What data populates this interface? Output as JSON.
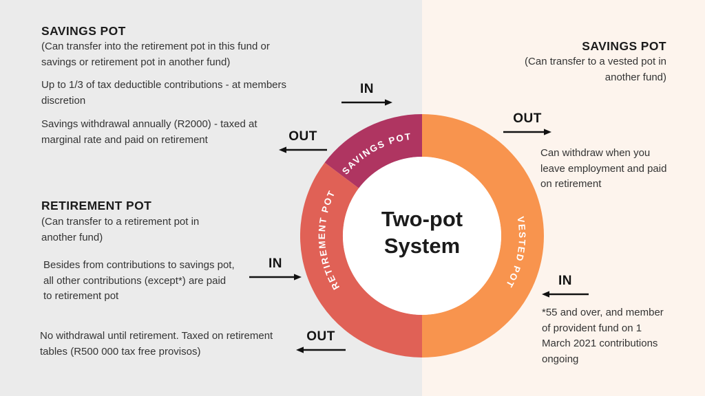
{
  "palette": {
    "bg_left": "#EBEBEB",
    "bg_right": "#FDF4ED",
    "donut_hole": "#FFFFFF",
    "heading_text": "#1C1C1C",
    "body_text": "#333333",
    "arrow_black": "#111111"
  },
  "flows": {
    "in": "IN",
    "out": "OUT"
  },
  "left": {
    "savings": {
      "heading": "SAVINGS POT",
      "para1": "(Can transfer into the retirement pot in this fund or savings or retirement pot in another fund)",
      "para2": "Up to 1/3 of tax deductible contributions - at members discretion",
      "para3": "Savings withdrawal annually (R2000) - taxed at marginal rate and paid on retirement"
    },
    "retirement": {
      "heading": "RETIREMENT POT",
      "para1": "(Can transfer to a retirement pot in another fund)",
      "para2": "Besides from contributions to savings pot, all other contributions (except*) are paid to retirement pot",
      "para3": "No withdrawal until retirement. Taxed on retirement tables (R500 000 tax free provisos)"
    }
  },
  "right": {
    "savings": {
      "heading": "SAVINGS POT",
      "para1": "(Can transfer to a vested pot in another fund)",
      "para2": "Can withdraw when you leave employment and paid on retirement",
      "para3": "*55 and over, and member of provident fund on 1 March 2021 contributions ongoing"
    }
  },
  "chart_data": {
    "type": "pie",
    "donut": true,
    "title": "Two-pot System",
    "center_label_lines": [
      "Two-pot",
      "System"
    ],
    "inner_radius_ratio": 0.65,
    "angle_convention": "degrees clockwise from 12 o'clock",
    "segments": [
      {
        "label": "SAVINGS POT",
        "start_deg": 307,
        "end_deg": 360,
        "sweep_deg": 53,
        "color": "#AF3561"
      },
      {
        "label": "RETIREMENT POT",
        "start_deg": 180,
        "end_deg": 307,
        "sweep_deg": 127,
        "color": "#E06156"
      },
      {
        "label": "VESTED POT",
        "start_deg": 0,
        "end_deg": 180,
        "sweep_deg": 180,
        "color": "#F8944E"
      }
    ]
  }
}
